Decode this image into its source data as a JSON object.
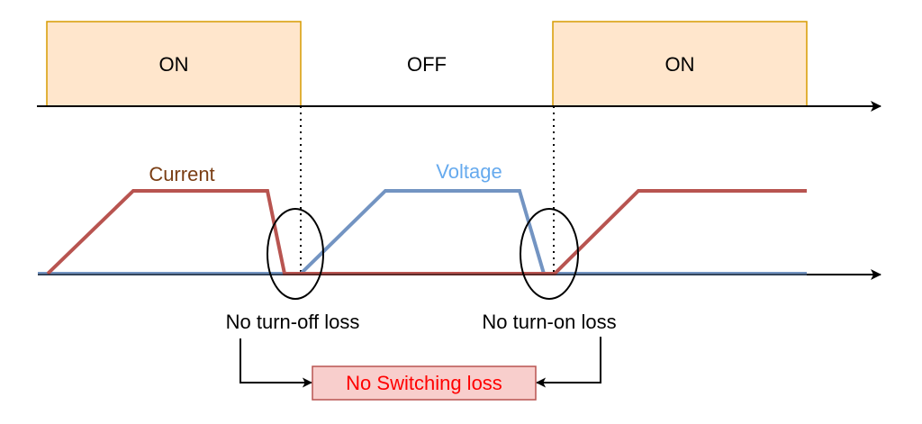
{
  "title": "Zero-voltage / zero-current switching timing diagram",
  "gate_signal": {
    "states": [
      {
        "label": "ON",
        "type": "on"
      },
      {
        "label": "OFF",
        "type": "off"
      },
      {
        "label": "ON",
        "type": "on"
      }
    ]
  },
  "waveforms": {
    "current": {
      "label": "Current",
      "color": "#b85450",
      "label_color": "#7a3e14"
    },
    "voltage": {
      "label": "Voltage",
      "color": "#6c8ebf",
      "label_color": "#66aaee"
    }
  },
  "annotations": {
    "turn_off": "No turn-off loss",
    "turn_on": "No turn-on loss",
    "result": "No Switching loss"
  },
  "colors": {
    "on_fill": "#ffe6cc",
    "on_stroke": "#d79b00",
    "result_fill": "#f8cecc",
    "result_stroke": "#b85450",
    "result_text": "#ff0000"
  }
}
